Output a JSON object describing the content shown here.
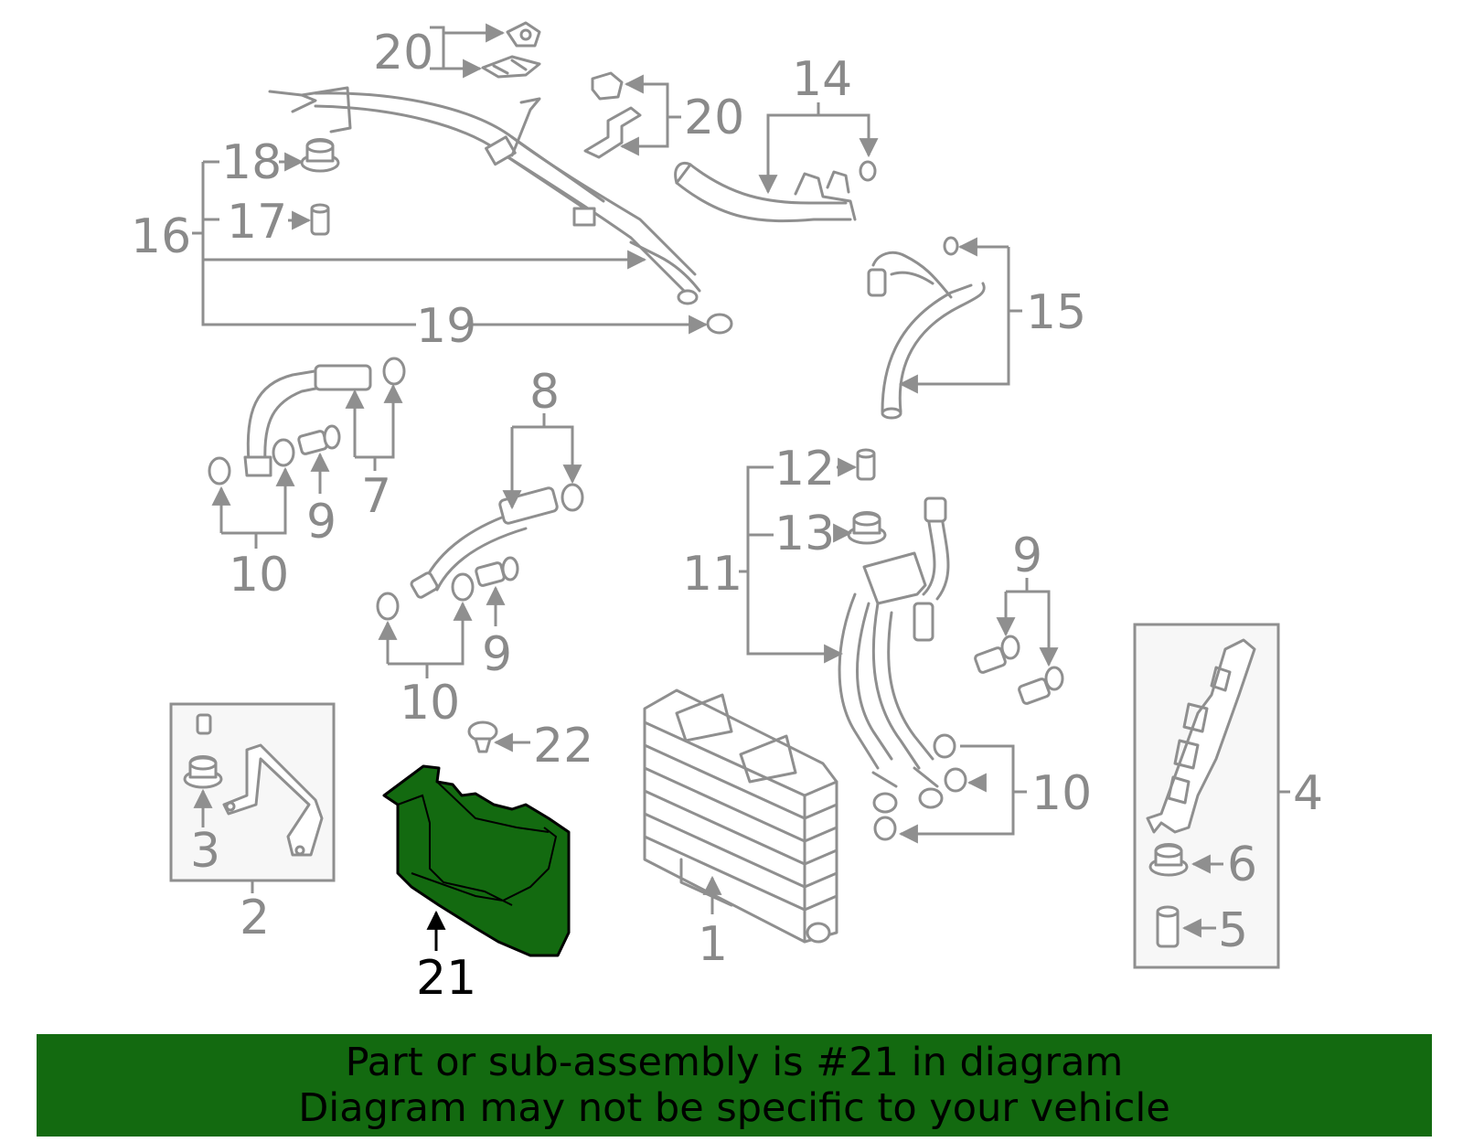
{
  "colors": {
    "highlight_part": "#136a10",
    "banner_background": "#136a10",
    "part_outline": "#8f8f8f",
    "label_text": "#8a8a8a"
  },
  "diagram": {
    "highlighted_callout": "21",
    "callouts": {
      "c1": "1",
      "c2": "2",
      "c3": "3",
      "c4": "4",
      "c5": "5",
      "c6": "6",
      "c7": "7",
      "c8": "8",
      "c9a": "9",
      "c9b": "9",
      "c9c": "9",
      "c10a": "10",
      "c10b": "10",
      "c10c": "10",
      "c11": "11",
      "c12": "12",
      "c13": "13",
      "c14": "14",
      "c15": "15",
      "c16": "16",
      "c17": "17",
      "c18": "18",
      "c19": "19",
      "c20a": "20",
      "c20b": "20",
      "c21": "21",
      "c22": "22"
    }
  },
  "banner": {
    "line1": "Part or sub-assembly is #21 in diagram",
    "line2": "Diagram may not be specific to your vehicle"
  }
}
